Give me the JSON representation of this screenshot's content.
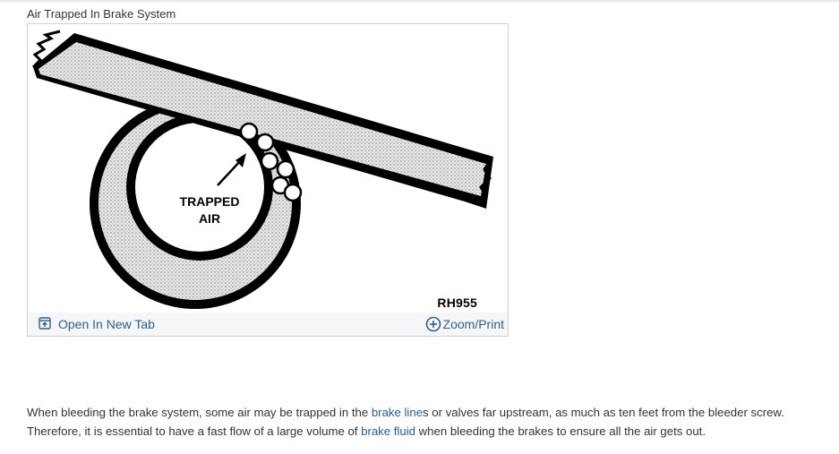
{
  "figure": {
    "title": "Air Trapped In Brake System",
    "label_line1": "TRAPPED",
    "label_line2": "AIR",
    "ref_code": "RH955",
    "open_tab_label": "Open In New Tab",
    "zoom_label": "Zoom/Print",
    "icons": [
      "open-new-tab-icon",
      "zoom-plus-icon"
    ]
  },
  "article": {
    "text_1": " When bleeding the brake system, some air may be trapped in the ",
    "link_1": "brake line",
    "text_2": "s or valves far upstream, as much as ten feet from the bleeder screw. Therefore, it is essential to have a fast flow of a large volume of ",
    "link_2": "brake fluid",
    "text_3": " when bleeding the brakes to ensure all the air gets out."
  },
  "colors": {
    "link": "#1f5fa8",
    "bar_background": "#f4f6f8",
    "border": "#cfcfcf"
  }
}
